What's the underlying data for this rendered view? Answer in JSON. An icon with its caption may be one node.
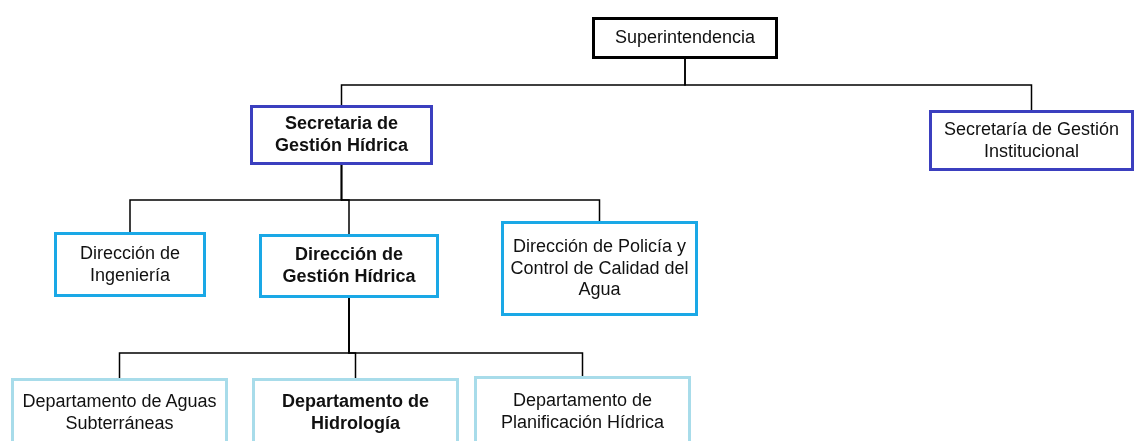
{
  "diagram": {
    "nodes": [
      {
        "text": [
          "Superintendencia"
        ]
      },
      {
        "text": [
          "Secretaria de Gestión Hídrica"
        ]
      },
      {
        "text": [
          "Secretaría de Gestión Institucional"
        ]
      },
      {
        "text": [
          "Dirección de Ingeniería"
        ]
      },
      {
        "text": [
          "Dirección de Gestión Hídrica"
        ]
      },
      {
        "text": [
          "Dirección de Policía y Control de Calidad del Agua"
        ]
      },
      {
        "text": [
          "Departamento de Aguas Subterráneas"
        ]
      },
      {
        "text": [
          "Departamento de Hidrología"
        ]
      },
      {
        "text": [
          "Departamento de Planificación Hídrica"
        ]
      }
    ],
    "edges": [
      {
        "from": 0,
        "to": 1,
        "arrow": "none"
      },
      {
        "from": 0,
        "to": 2,
        "arrow": "none"
      },
      {
        "from": 1,
        "to": 3,
        "arrow": "none"
      },
      {
        "from": 1,
        "to": 4,
        "arrow": "none"
      },
      {
        "from": 1,
        "to": 5,
        "arrow": "none"
      },
      {
        "from": 4,
        "to": 6,
        "arrow": "none"
      },
      {
        "from": 4,
        "to": 7,
        "arrow": "none"
      },
      {
        "from": 4,
        "to": 8,
        "arrow": "none"
      }
    ]
  }
}
